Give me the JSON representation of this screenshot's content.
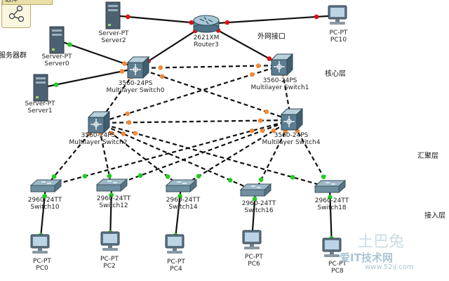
{
  "toolbox": {
    "title": "选择"
  },
  "devices": {
    "server2": {
      "type": "Server-PT",
      "name": "Server2"
    },
    "server0": {
      "type": "Server-PT",
      "name": "Server0"
    },
    "server1": {
      "type": "Server-PT",
      "name": "Server1"
    },
    "router3": {
      "type": "2621XM",
      "name": "Router3"
    },
    "pc10": {
      "type": "PC-PT",
      "name": "PC10"
    },
    "mls0": {
      "type": "3560-24PS",
      "name": "Multilayer Switch0"
    },
    "mls1": {
      "type": "3560-24PS",
      "name": "Multilayer Switch1"
    },
    "mls2": {
      "type": "3560-24PS",
      "name": "Multilayer Switch2"
    },
    "mls4": {
      "type": "3560-24PS",
      "name": "Multilayer Switch4"
    },
    "sw10": {
      "type": "2960-24TT",
      "name": "Switch10"
    },
    "sw12": {
      "type": "2960-24TT",
      "name": "Switch12"
    },
    "sw14": {
      "type": "2960-24TT",
      "name": "Switch14"
    },
    "sw16": {
      "type": "2960-24TT",
      "name": "Switch16"
    },
    "sw18": {
      "type": "2960-24TT",
      "name": "Switch18"
    },
    "pc0": {
      "type": "PC-PT",
      "name": "PC0"
    },
    "pc2": {
      "type": "PC-PT",
      "name": "PC2"
    },
    "pc4": {
      "type": "PC-PT",
      "name": "PC4"
    },
    "pc6": {
      "type": "PC-PT",
      "name": "PC6"
    },
    "pc8": {
      "type": "PC-PT",
      "name": "PC8"
    }
  },
  "zones": {
    "server_farm": "服务器群",
    "external": "外网接口",
    "core": "核心层",
    "aggregation": "汇聚层",
    "access": "接入层"
  },
  "watermark": {
    "brand": "土巴兔",
    "site_cn": "爱IT技术网",
    "url": "www.52ij.com"
  },
  "colors": {
    "link_up": "#22cc22",
    "link_red": "#dd1111",
    "link_orange": "#f08a3a",
    "cable": "#111111"
  }
}
